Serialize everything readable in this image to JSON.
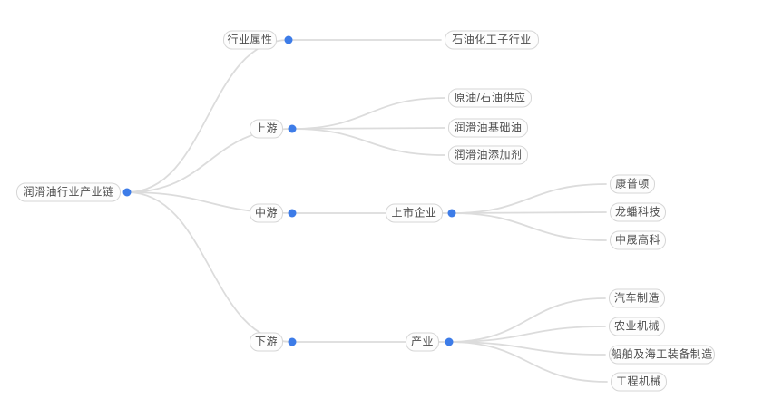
{
  "colors": {
    "node_dot": "#3d7ce8",
    "edge_line": "#dcdcdc",
    "node_border": "#d6d6d6",
    "node_text": "#4d4d4d",
    "canvas_bg": "#ffffff"
  },
  "diagram": {
    "type": "tree",
    "root": {
      "label": "润滑油行业产业链"
    },
    "branches": [
      {
        "label": "行业属性",
        "children": [
          {
            "label": "石油化工子行业"
          }
        ]
      },
      {
        "label": "上游",
        "children": [
          {
            "label": "原油/石油供应"
          },
          {
            "label": "润滑油基础油"
          },
          {
            "label": "润滑油添加剂"
          }
        ]
      },
      {
        "label": "中游",
        "children": [
          {
            "label": "上市企业",
            "children": [
              {
                "label": "康普顿"
              },
              {
                "label": "龙蟠科技"
              },
              {
                "label": "中晟高科"
              }
            ]
          }
        ]
      },
      {
        "label": "下游",
        "children": [
          {
            "label": "产业",
            "children": [
              {
                "label": "汽车制造"
              },
              {
                "label": "农业机械"
              },
              {
                "label": "船舶及海工装备制造"
              },
              {
                "label": "工程机械"
              }
            ]
          }
        ]
      }
    ]
  }
}
